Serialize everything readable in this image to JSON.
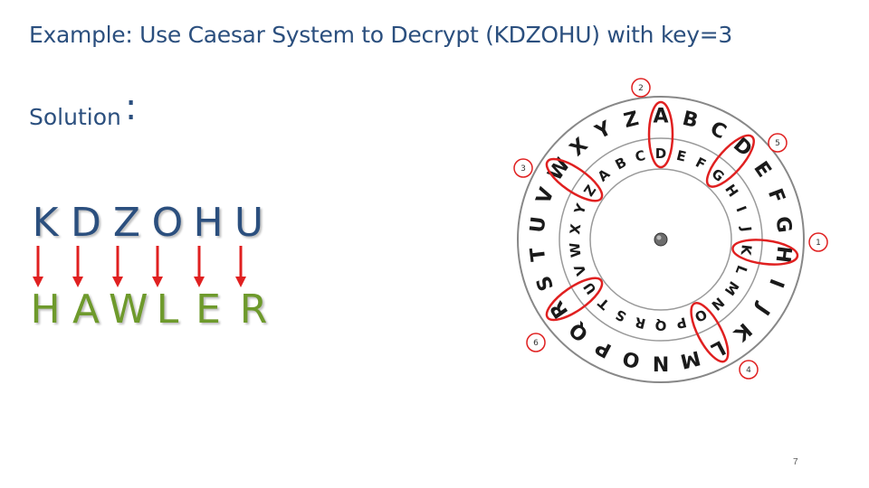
{
  "slide": {
    "title": "Example: Use Caesar System to Decrypt (KDZOHU) with key=3",
    "solution_label": "Solution",
    "solution_colon": ":",
    "ciphertext": [
      "K",
      "D",
      "Z",
      "O",
      "H",
      "U"
    ],
    "plaintext": [
      "H",
      "A",
      "W",
      "L",
      "E",
      "R"
    ],
    "page_number": "7",
    "colors": {
      "title": "#2b4f7e",
      "cipher": "#2b4f7e",
      "plain": "#6e9a2c",
      "arrow": "#e02020",
      "highlight": "#e02020",
      "wheel_text": "#1a1a1a"
    }
  },
  "wheel": {
    "outer_letters": [
      "A",
      "B",
      "C",
      "D",
      "E",
      "F",
      "G",
      "H",
      "I",
      "J",
      "K",
      "L",
      "M",
      "N",
      "O",
      "P",
      "Q",
      "R",
      "S",
      "T",
      "U",
      "V",
      "W",
      "X",
      "Y",
      "Z"
    ],
    "inner_letters": [
      "D",
      "E",
      "F",
      "G",
      "H",
      "I",
      "J",
      "K",
      "L",
      "M",
      "N",
      "O",
      "P",
      "Q",
      "R",
      "S",
      "T",
      "U",
      "V",
      "W",
      "X",
      "Y",
      "Z",
      "A",
      "B",
      "C"
    ],
    "step_badges": [
      "1",
      "2",
      "3",
      "4",
      "5",
      "6"
    ],
    "highlighted_outer": [
      "A",
      "D",
      "H",
      "L",
      "R",
      "W"
    ]
  }
}
